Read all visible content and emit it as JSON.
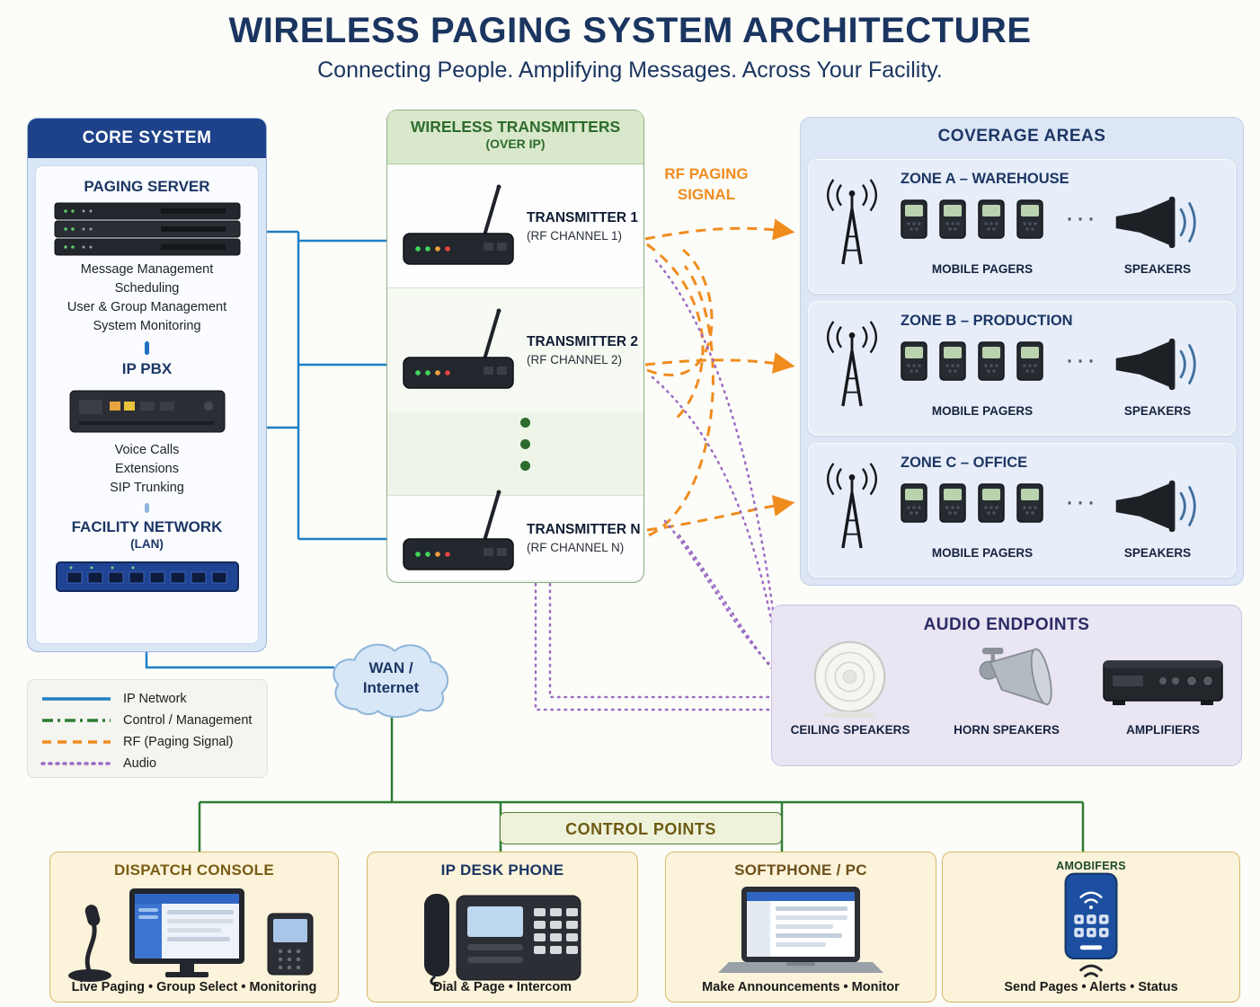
{
  "header": {
    "title": "WIRELESS PAGING SYSTEM ARCHITECTURE",
    "subtitle": "Connecting People. Amplifying Messages. Across Your Facility."
  },
  "core_system": {
    "header": "CORE SYSTEM",
    "paging_server": {
      "title": "PAGING SERVER",
      "features": [
        "Message Management",
        "Scheduling",
        "User & Group Management",
        "System Monitoring"
      ]
    },
    "ip_pbx": {
      "title": "IP PBX",
      "features": [
        "Voice Calls",
        "Extensions",
        "SIP Trunking"
      ]
    },
    "facility_network": {
      "title": "FACILITY NETWORK",
      "subtitle": "(LAN)"
    }
  },
  "transmitters": {
    "header": "WIRELESS TRANSMITTERS",
    "subheader": "(OVER IP)",
    "items": [
      {
        "name": "TRANSMITTER 1",
        "channel": "(RF CHANNEL 1)"
      },
      {
        "name": "TRANSMITTER 2",
        "channel": "(RF CHANNEL 2)"
      },
      {
        "name": "TRANSMITTER N",
        "channel": "(RF CHANNEL N)"
      }
    ]
  },
  "rf_signal_label": {
    "line1": "RF PAGING",
    "line2": "SIGNAL",
    "color": "#f08c1e"
  },
  "coverage_areas": {
    "header": "COVERAGE AREAS",
    "ellipsis": "···",
    "zones": [
      {
        "title": "ZONE A – WAREHOUSE",
        "pagers_label": "MOBILE PAGERS",
        "speakers_label": "SPEAKERS"
      },
      {
        "title": "ZONE B – PRODUCTION",
        "pagers_label": "MOBILE PAGERS",
        "speakers_label": "SPEAKERS"
      },
      {
        "title": "ZONE C – OFFICE",
        "pagers_label": "MOBILE PAGERS",
        "speakers_label": "SPEAKERS"
      }
    ]
  },
  "audio_endpoints": {
    "header": "AUDIO ENDPOINTS",
    "items": [
      {
        "label": "CEILING SPEAKERS"
      },
      {
        "label": "HORN SPEAKERS"
      },
      {
        "label": "AMPLIFIERS"
      }
    ]
  },
  "wan_cloud": {
    "line1": "WAN /",
    "line2": "Internet"
  },
  "legend": {
    "items": [
      {
        "label": "IP Network",
        "color": "#1e7fc4"
      },
      {
        "label": "Control / Management",
        "color": "#2d7d32"
      },
      {
        "label": "RF (Paging Signal)",
        "color": "#f08c1e"
      },
      {
        "label": "Audio",
        "color": "#9b6bc4"
      }
    ]
  },
  "control_points": {
    "header": "CONTROL POINTS",
    "panels": [
      {
        "title": "DISPATCH CONSOLE",
        "title_color": "#7a5c14",
        "caption": "Live Paging • Group Select • Monitoring"
      },
      {
        "title": "IP DESK PHONE",
        "title_color": "#1c3664",
        "caption": "Dial & Page • Intercom"
      },
      {
        "title": "SOFTPHONE / PC",
        "title_color": "#6e4f1c",
        "caption": "Make Announcements • Monitor"
      },
      {
        "title": "AMOBIFERS",
        "title_color": "#1d4a2a",
        "caption": "Send Pages • Alerts • Status"
      }
    ]
  }
}
